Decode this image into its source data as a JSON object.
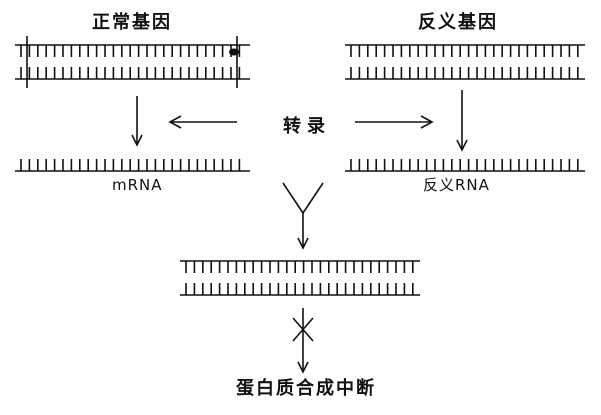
{
  "labels": {
    "normal_gene": "正常基因",
    "antisense_gene": "反义基因",
    "transcription": "转录",
    "mrna": "mRNA",
    "antisense_rna": "反义RNA",
    "result": "蛋白质合成中断"
  },
  "colors": {
    "ink": "#111111",
    "background": "#ffffff"
  }
}
